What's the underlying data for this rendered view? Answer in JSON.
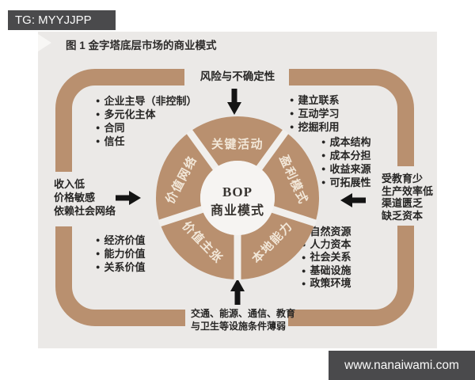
{
  "watermarks": {
    "tg": "TG: MYYJJPP",
    "site": "www.nanaiwami.com"
  },
  "figure_title": "图 1 金字塔底层市场的商业模式",
  "diagram": {
    "hub": {
      "line1": "BOP",
      "line2": "商业模式"
    },
    "wedges": {
      "top": "关键活动",
      "upper_right": "盈利模式",
      "lower_right": "本地能力",
      "lower_left": "价值主张",
      "upper_left": "价值网络"
    },
    "factors": {
      "top": "风险与不确定性",
      "left": {
        "lines": [
          "收入低",
          "价格敏感",
          "依赖社会网络"
        ]
      },
      "right": {
        "lines": [
          "受教育少",
          "生产效率低",
          "渠道匮乏",
          "缺乏资本"
        ]
      },
      "bottom": {
        "line1": "交通、能源、通信、教育",
        "line2": "与卫生等设施条件薄弱"
      }
    },
    "lists": {
      "top_left": [
        "企业主导（非控制）",
        "多元化主体",
        "合同",
        "信任"
      ],
      "top_right": [
        "建立联系",
        "互动学习",
        "挖掘利用"
      ],
      "mid_right": [
        "成本结构",
        "成本分担",
        "收益来源",
        "可拓展性"
      ],
      "bottom_left": [
        "经济价值",
        "能力价值",
        "关系价值"
      ],
      "bottom_right": [
        "自然资源",
        "人力资本",
        "社会关系",
        "基础设施",
        "政策环境"
      ]
    },
    "bullet_glyph": "●"
  },
  "icons": {
    "arrow_down": "arrow-down",
    "arrow_up": "arrow-up",
    "arrow_left": "arrow-left",
    "arrow_right": "arrow-right",
    "title_marker": "triangle-right"
  },
  "colors": {
    "accent_tan": "#b9906f",
    "panel_gray": "#ebe9e7",
    "watermark_dark": "#4a4a4c",
    "arrow_black": "#141414",
    "wedge_label": "#f2e7d8"
  }
}
